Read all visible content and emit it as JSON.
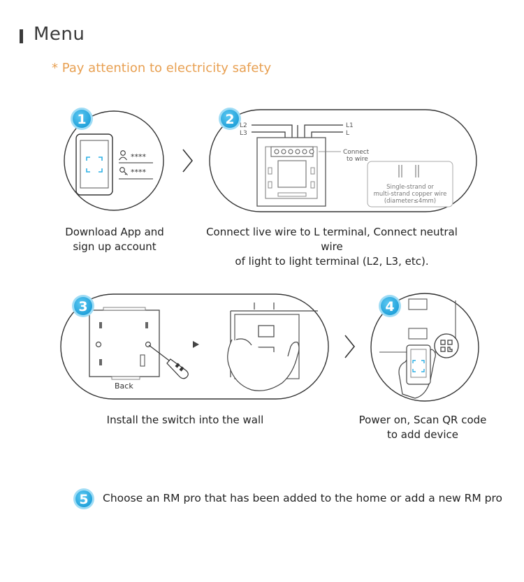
{
  "header": {
    "title": "Menu",
    "safety_note": "* Pay attention to electricity safety"
  },
  "steps": [
    {
      "number": "1",
      "caption_line1": "Download App and",
      "caption_line2": "sign up account",
      "diagram": {
        "username_mask": "****",
        "password_mask": "****"
      }
    },
    {
      "number": "2",
      "caption_line1": "Connect live wire to L terminal, Connect neutral wire",
      "caption_line2": "of light to light terminal (L2, L3, etc).",
      "diagram": {
        "wire_L2": "L2",
        "wire_L3": "L3",
        "wire_L1": "L1",
        "wire_L": "L",
        "connect_line1": "Connect",
        "connect_line2": "to wire",
        "note_line1": "Single-strand or",
        "note_line2": "multi-strand copper wire",
        "note_line3": "(diameter≤4mm)"
      }
    },
    {
      "number": "3",
      "caption_line1": "Install the switch into the wall",
      "diagram": {
        "back_label": "Back"
      }
    },
    {
      "number": "4",
      "caption_line1": "Power on, Scan QR code",
      "caption_line2": "to add device"
    },
    {
      "number": "5",
      "text": "Choose an RM pro that has been added to the home or add a new RM pro"
    }
  ],
  "colors": {
    "badge_fill": "#2bb0e6",
    "badge_ring": "#9fdcf5",
    "accent_orange": "#e8a052",
    "line": "#3a3a3a"
  }
}
